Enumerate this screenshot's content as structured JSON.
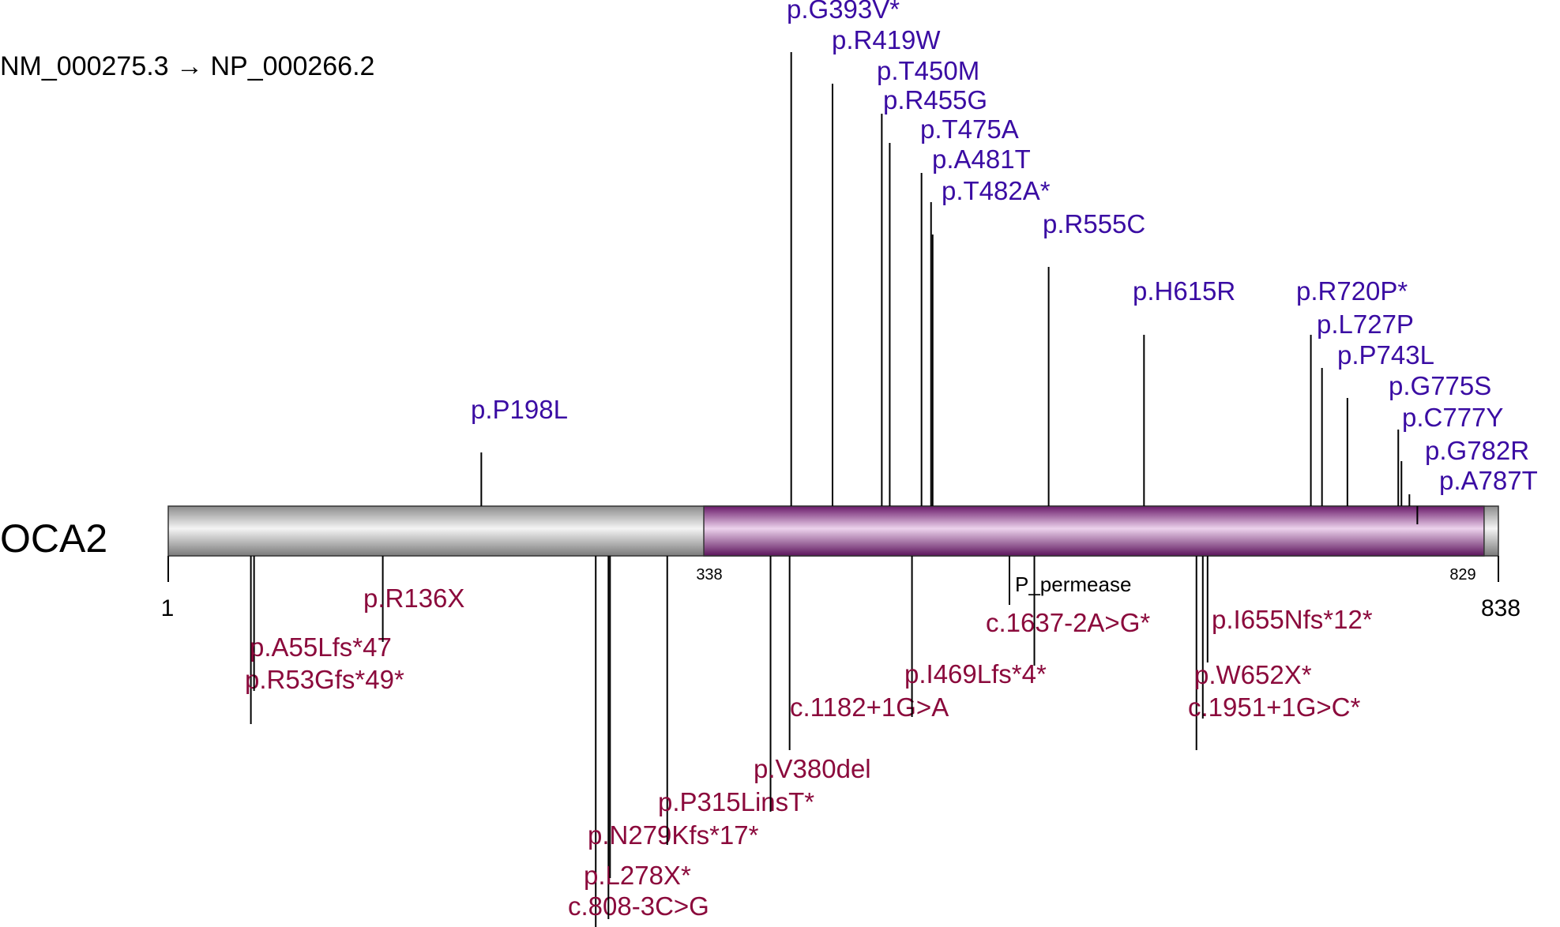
{
  "transcript": "NM_000275.3 → NP_000266.2",
  "gene": "OCA2",
  "protein_length": 838,
  "colors": {
    "missense": "#3a0ca3",
    "truncating": "#8b0a3c",
    "domain": "#8e2a8e",
    "backbone": "#c8c8c8",
    "line": "#000000"
  },
  "domain": {
    "name": "P_permease",
    "start": 338,
    "end": 829
  },
  "ticks": {
    "start": "1",
    "end": "838",
    "domain_start": "338",
    "domain_end": "829"
  },
  "upper_variants": [
    {
      "label": "p.P198L",
      "pos": 198
    },
    {
      "label": "p.G393V*",
      "pos": 393
    },
    {
      "label": "p.R419W",
      "pos": 419
    },
    {
      "label": "p.T450M",
      "pos": 450
    },
    {
      "label": "p.R455G",
      "pos": 455
    },
    {
      "label": "p.T475A",
      "pos": 475
    },
    {
      "label": "p.A481T",
      "pos": 481
    },
    {
      "label": "p.T482A*",
      "pos": 482
    },
    {
      "label": "p.R555C",
      "pos": 555
    },
    {
      "label": "p.H615R",
      "pos": 615
    },
    {
      "label": "p.R720P*",
      "pos": 720
    },
    {
      "label": "p.L727P",
      "pos": 727
    },
    {
      "label": "p.P743L",
      "pos": 743
    },
    {
      "label": "p.G775S",
      "pos": 775
    },
    {
      "label": "p.C777Y",
      "pos": 777
    },
    {
      "label": "p.G782R",
      "pos": 782
    },
    {
      "label": "p.A787T",
      "pos": 787
    }
  ],
  "lower_variants": [
    {
      "label": "p.R53Gfs*49*",
      "pos": 53
    },
    {
      "label": "p.A55Lfs*47",
      "pos": 55
    },
    {
      "label": "p.R136X",
      "pos": 136
    },
    {
      "label": "c.808-3C>G",
      "pos": 270
    },
    {
      "label": "p.L278X*",
      "pos": 278
    },
    {
      "label": "p.N279Kfs*17*",
      "pos": 279
    },
    {
      "label": "p.P315LinsT*",
      "pos": 315
    },
    {
      "label": "p.V380del",
      "pos": 380
    },
    {
      "label": "c.1182+1G>A",
      "pos": 392
    },
    {
      "label": "p.I469Lfs*4*",
      "pos": 469
    },
    {
      "label": "c.1637-2A>G*",
      "pos": 546
    },
    {
      "label": "c.1951+1G>C*",
      "pos": 648
    },
    {
      "label": "p.W652X*",
      "pos": 652
    },
    {
      "label": "p.I655Nfs*12*",
      "pos": 655
    }
  ]
}
